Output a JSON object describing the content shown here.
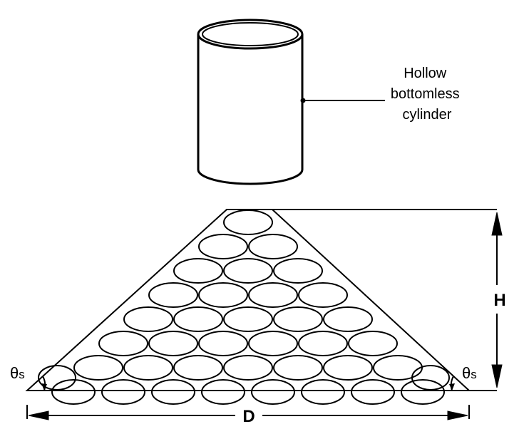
{
  "diagram": {
    "cylinder_label_lines": [
      "Hollow",
      "bottomless",
      "cylinder"
    ],
    "height_label": "H",
    "diameter_label": "D",
    "angle_label": {
      "theta": "θ",
      "subscript": "s"
    }
  },
  "pile": {
    "rows": [
      1,
      2,
      3,
      4,
      5,
      6,
      7,
      8
    ]
  }
}
